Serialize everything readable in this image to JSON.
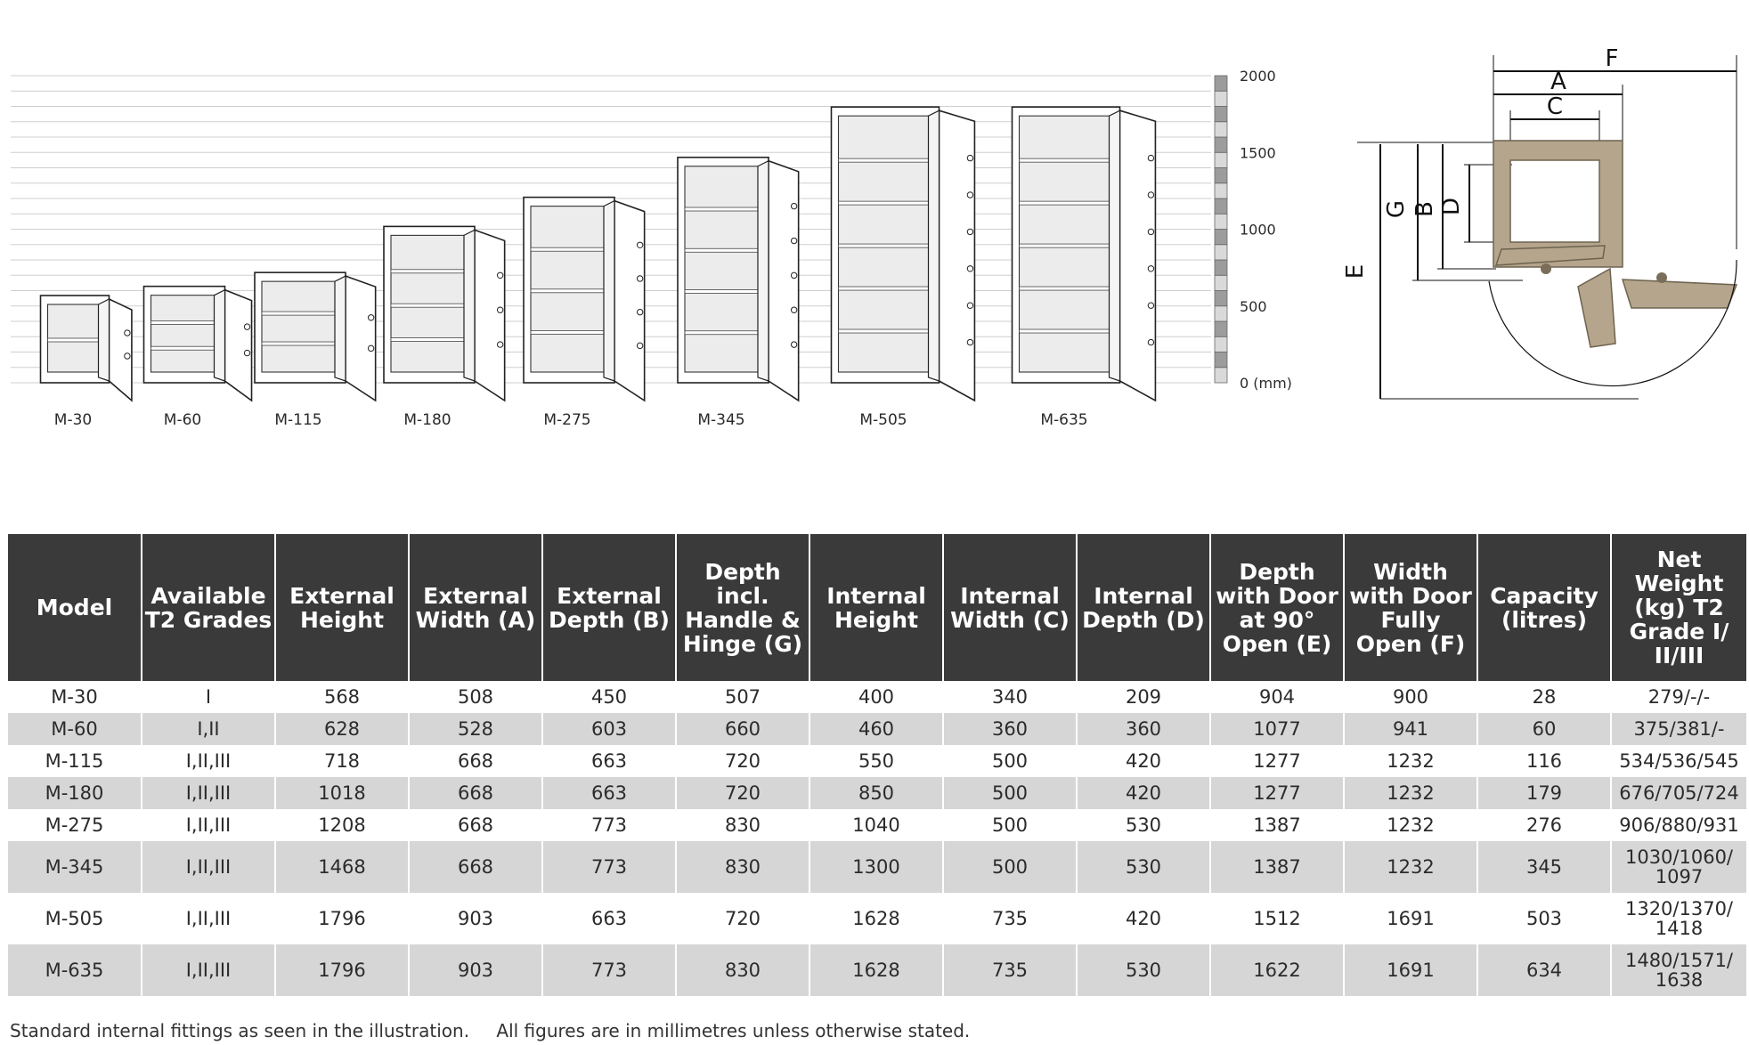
{
  "illustration": {
    "safes": [
      {
        "label": "M-30",
        "height_mm": 568
      },
      {
        "label": "M-60",
        "height_mm": 628
      },
      {
        "label": "M-115",
        "height_mm": 718
      },
      {
        "label": "M-180",
        "height_mm": 1018
      },
      {
        "label": "M-275",
        "height_mm": 1208
      },
      {
        "label": "M-345",
        "height_mm": 1468
      },
      {
        "label": "M-505",
        "height_mm": 1796
      },
      {
        "label": "M-635",
        "height_mm": 1796
      }
    ],
    "scale": {
      "labels": [
        "2000",
        "1500",
        "1000",
        "500",
        "0 (mm)"
      ],
      "max_mm": 2000
    }
  },
  "plan": {
    "letters": {
      "a": "A",
      "b": "B",
      "c": "C",
      "d": "D",
      "e": "E",
      "f": "F",
      "g": "G"
    }
  },
  "table": {
    "headers": [
      "Model",
      "Available T2 Grades",
      "External Height",
      "External Width (A)",
      "External Depth (B)",
      "Depth incl. Handle & Hinge (G)",
      "Internal Height",
      "Internal Width (C)",
      "Internal Depth (D)",
      "Depth with Door at 90° Open (E)",
      "Width with Door Fully Open (F)",
      "Capacity (litres)",
      "Net Weight (kg) T2 Grade I/ II/III"
    ],
    "rows": [
      [
        "M-30",
        "I",
        "568",
        "508",
        "450",
        "507",
        "400",
        "340",
        "209",
        "904",
        "900",
        "28",
        "279/-/-"
      ],
      [
        "M-60",
        "I,II",
        "628",
        "528",
        "603",
        "660",
        "460",
        "360",
        "360",
        "1077",
        "941",
        "60",
        "375/381/-"
      ],
      [
        "M-115",
        "I,II,III",
        "718",
        "668",
        "663",
        "720",
        "550",
        "500",
        "420",
        "1277",
        "1232",
        "116",
        "534/536/545"
      ],
      [
        "M-180",
        "I,II,III",
        "1018",
        "668",
        "663",
        "720",
        "850",
        "500",
        "420",
        "1277",
        "1232",
        "179",
        "676/705/724"
      ],
      [
        "M-275",
        "I,II,III",
        "1208",
        "668",
        "773",
        "830",
        "1040",
        "500",
        "530",
        "1387",
        "1232",
        "276",
        "906/880/931"
      ],
      [
        "M-345",
        "I,II,III",
        "1468",
        "668",
        "773",
        "830",
        "1300",
        "500",
        "530",
        "1387",
        "1232",
        "345",
        "1030/1060/ 1097"
      ],
      [
        "M-505",
        "I,II,III",
        "1796",
        "903",
        "663",
        "720",
        "1628",
        "735",
        "420",
        "1512",
        "1691",
        "503",
        "1320/1370/ 1418"
      ],
      [
        "M-635",
        "I,II,III",
        "1796",
        "903",
        "773",
        "830",
        "1628",
        "735",
        "530",
        "1622",
        "1691",
        "634",
        "1480/1571/ 1638"
      ]
    ]
  },
  "footnote": {
    "fittings": "Standard internal fittings as seen in the illustration.",
    "units": "All figures are in millimetres unless otherwise stated."
  },
  "colors": {
    "header_bg": "#3a3a3a",
    "stripe": "#d6d6d6",
    "safe_plan": "#b5a58c"
  }
}
